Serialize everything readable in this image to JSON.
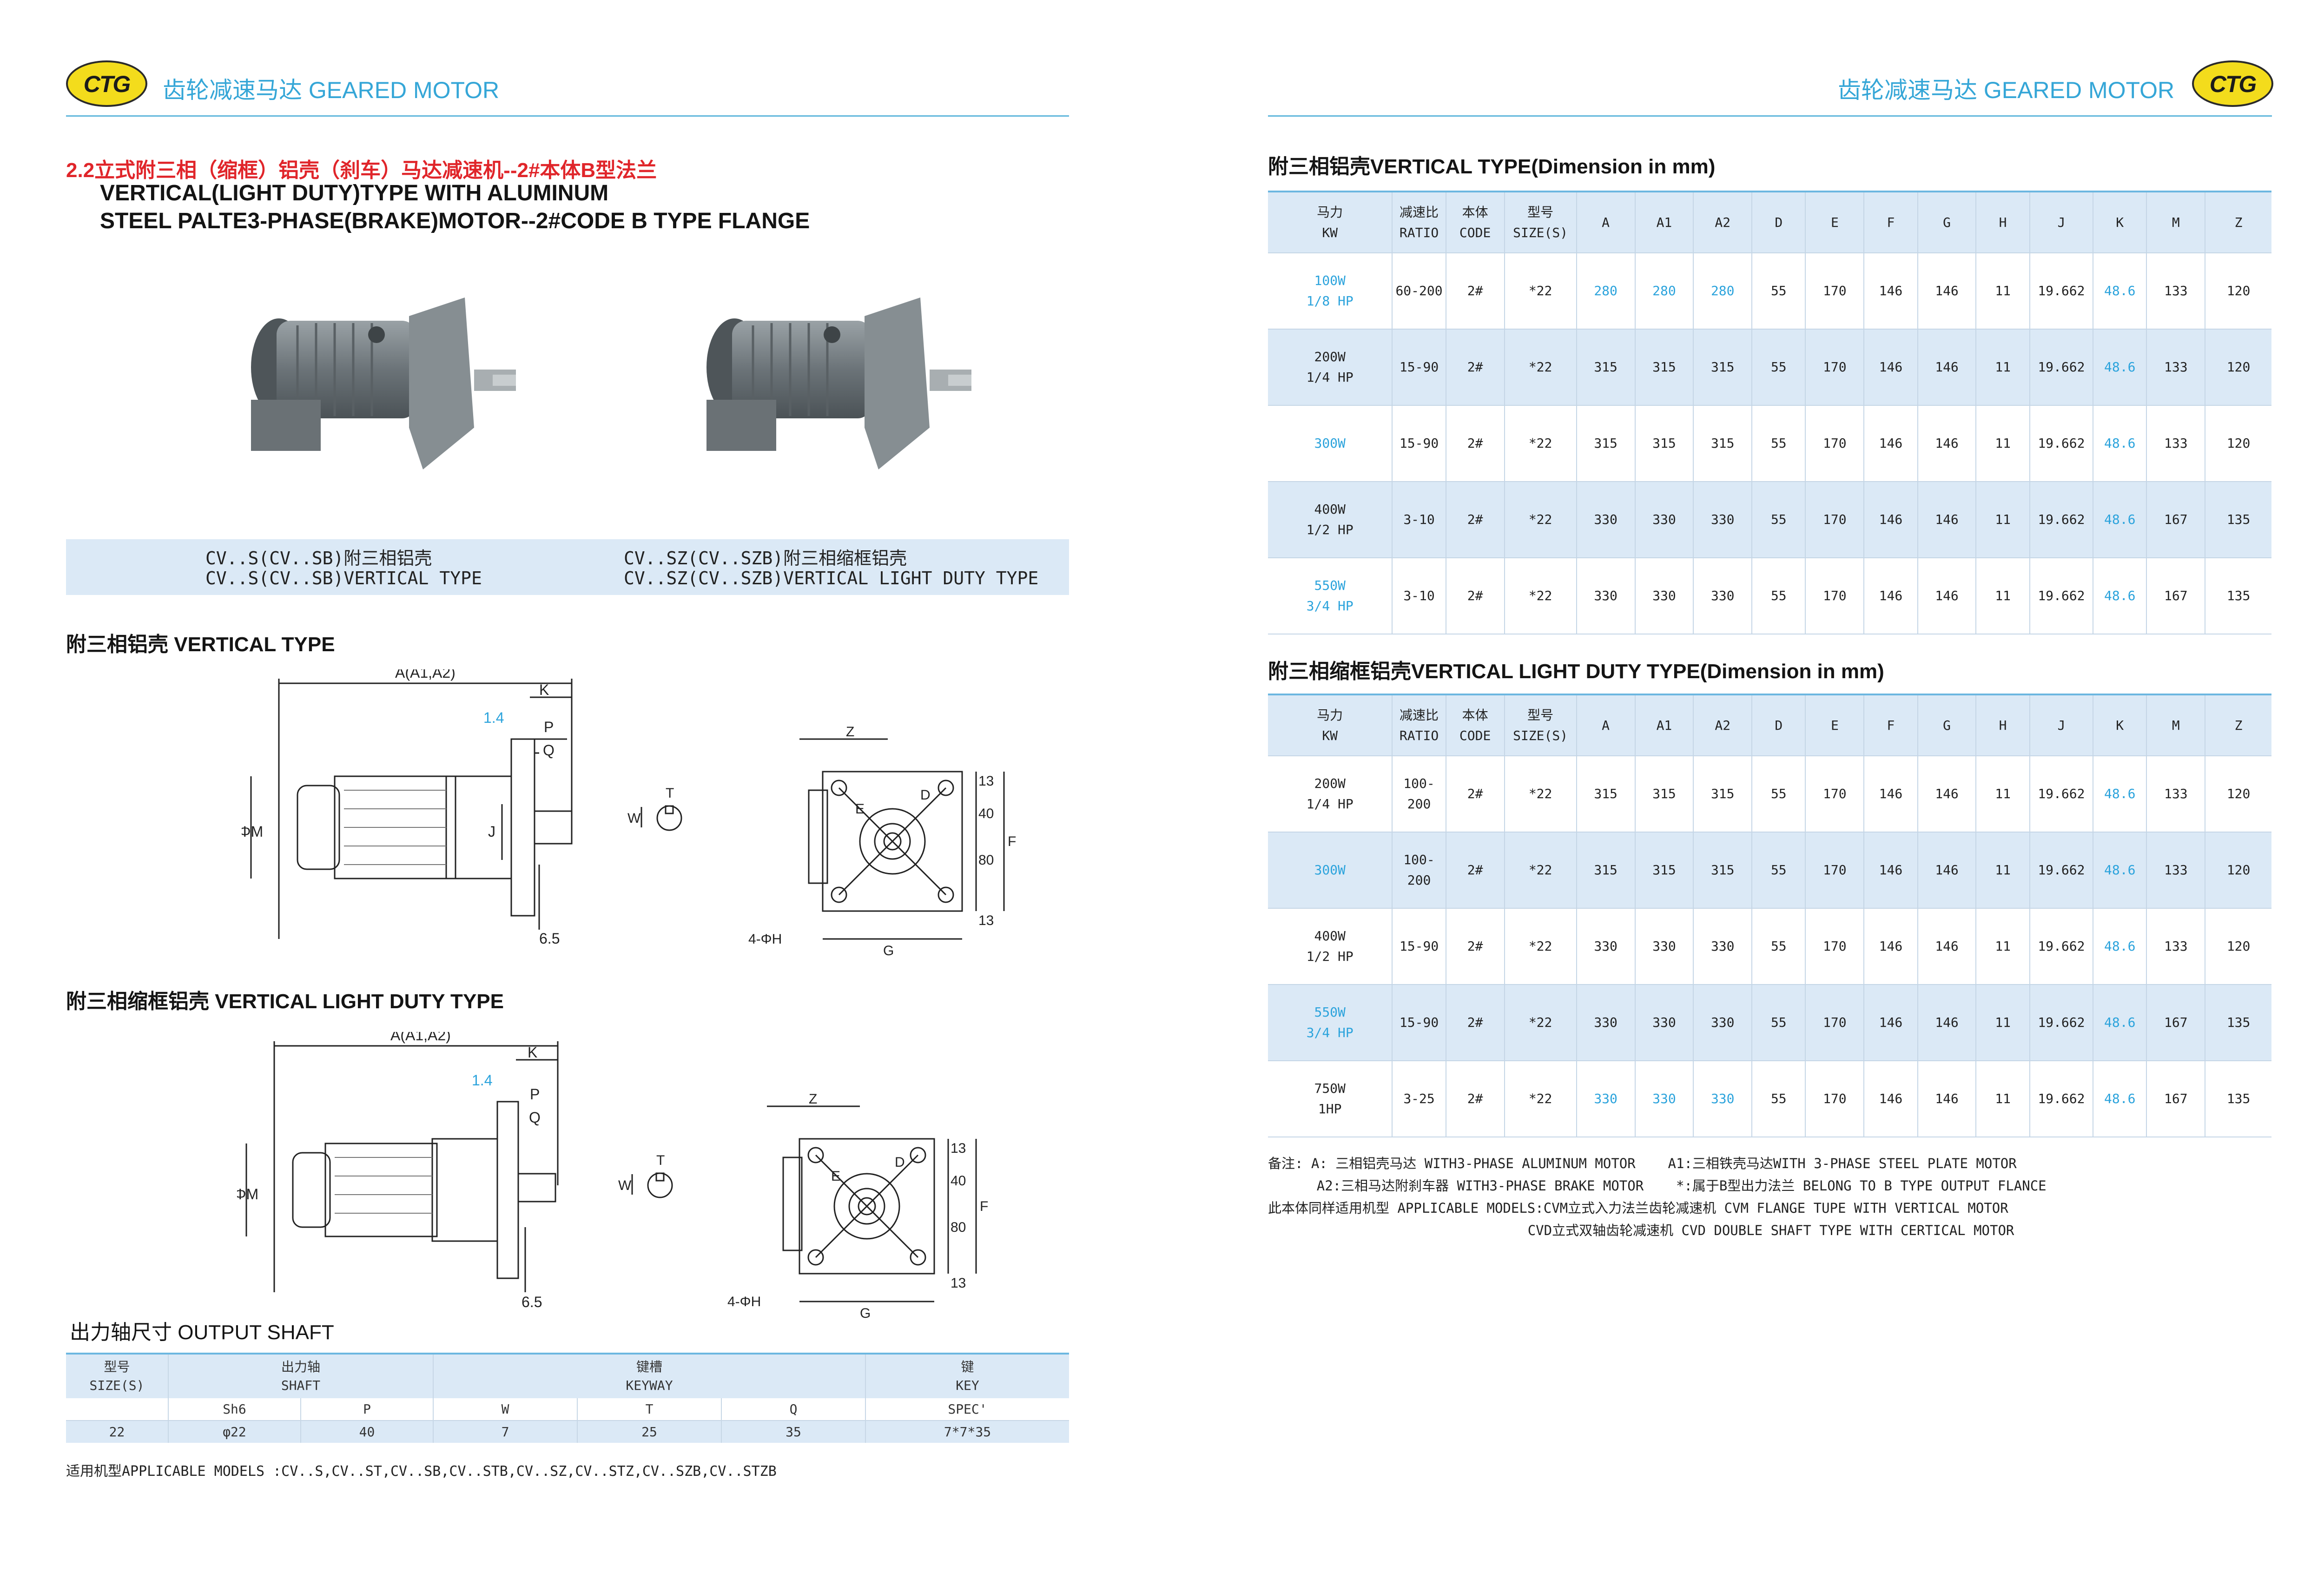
{
  "header": {
    "logo_text": "CTG",
    "left_title": "齿轮减速马达 GEARED MOTOR",
    "right_title": "齿轮减速马达 GEARED MOTOR"
  },
  "left": {
    "section_title_cn": "2.2立式附三相（缩框）铝壳（刹车）马达减速机--2#本体B型法兰",
    "section_title_en_1": "VERTICAL(LIGHT DUTY)TYPE WITH ALUMINUM",
    "section_title_en_2": "STEEL PALTE3-PHASE(BRAKE)MOTOR--2#CODE B TYPE FLANGE",
    "captions": {
      "left_1": "CV..S(CV..SB)附三相铝壳",
      "left_2": "CV..S(CV..SB)VERTICAL TYPE",
      "right_1": "CV..SZ(CV..SZB)附三相缩框铝壳",
      "right_2": "CV..SZ(CV..SZB)VERTICAL LIGHT DUTY TYPE"
    },
    "drawing1_title": "附三相铝壳 VERTICAL TYPE",
    "drawing2_title": "附三相缩框铝壳 VERTICAL LIGHT DUTY TYPE",
    "dim_labels": {
      "a": "A(A1,A2)",
      "k": "K",
      "v14": "1.4",
      "p": "P",
      "q": "Q",
      "j": "J",
      "phim": "ΦM",
      "v65": "6.5",
      "t": "T",
      "w": "W",
      "z": "Z",
      "d": "D",
      "e": "E",
      "v13": "13",
      "v40": "40",
      "v80": "80",
      "f": "F",
      "g": "G",
      "hole": "4-ΦH"
    },
    "shaft_title": "出力轴尺寸 OUTPUT SHAFT",
    "shaft_table": {
      "header": [
        {
          "cn": "型号",
          "en": "SIZE(S)"
        },
        {
          "cn": "出力轴",
          "en": "SHAFT"
        },
        {
          "cn": "键槽",
          "en": "KEYWAY"
        },
        {
          "cn": "键",
          "en": "KEY"
        }
      ],
      "sub": [
        "",
        "Sh6",
        "P",
        "W",
        "T",
        "Q",
        "SPEC'"
      ],
      "values": [
        "22",
        "φ22",
        "40",
        "7",
        "25",
        "35",
        "7*7*35"
      ]
    },
    "applicable": "适用机型APPLICABLE MODELS :CV..S,CV..ST,CV..SB,CV..STB,CV..SZ,CV..STZ,CV..SZB,CV..STZB"
  },
  "right": {
    "table1_title": "附三相铝壳VERTICAL TYPE(Dimension in mm)",
    "table2_title": "附三相缩框铝壳VERTICAL LIGHT DUTY TYPE(Dimension in mm)",
    "columns": [
      {
        "l1": "马力",
        "l2": "KW"
      },
      {
        "l1": "减速比",
        "l2": "RATIO"
      },
      {
        "l1": "本体",
        "l2": "CODE"
      },
      {
        "l1": "型号",
        "l2": "SIZE(S)"
      },
      {
        "l1": "A",
        "l2": ""
      },
      {
        "l1": "A1",
        "l2": ""
      },
      {
        "l1": "A2",
        "l2": ""
      },
      {
        "l1": "D",
        "l2": ""
      },
      {
        "l1": "E",
        "l2": ""
      },
      {
        "l1": "F",
        "l2": ""
      },
      {
        "l1": "G",
        "l2": ""
      },
      {
        "l1": "H",
        "l2": ""
      },
      {
        "l1": "J",
        "l2": ""
      },
      {
        "l1": "K",
        "l2": ""
      },
      {
        "l1": "M",
        "l2": ""
      },
      {
        "l1": "Z",
        "l2": ""
      }
    ],
    "table1_rows": [
      {
        "kw1": "100W",
        "kw2": "1/8 HP",
        "ratio": "60-200",
        "code": "2#",
        "size": "*22",
        "a": "280",
        "a1": "280",
        "a2": "280",
        "d": "55",
        "e": "170",
        "f": "146",
        "g": "146",
        "h": "11",
        "j": "19.662",
        "k": "48.6",
        "m": "133",
        "z": "120"
      },
      {
        "kw1": "200W",
        "kw2": "1/4 HP",
        "ratio": "15-90",
        "code": "2#",
        "size": "*22",
        "a": "315",
        "a1": "315",
        "a2": "315",
        "d": "55",
        "e": "170",
        "f": "146",
        "g": "146",
        "h": "11",
        "j": "19.662",
        "k": "48.6",
        "m": "133",
        "z": "120"
      },
      {
        "kw1": "300W",
        "kw2": "",
        "ratio": "15-90",
        "code": "2#",
        "size": "*22",
        "a": "315",
        "a1": "315",
        "a2": "315",
        "d": "55",
        "e": "170",
        "f": "146",
        "g": "146",
        "h": "11",
        "j": "19.662",
        "k": "48.6",
        "m": "133",
        "z": "120"
      },
      {
        "kw1": "400W",
        "kw2": "1/2 HP",
        "ratio": "3-10",
        "code": "2#",
        "size": "*22",
        "a": "330",
        "a1": "330",
        "a2": "330",
        "d": "55",
        "e": "170",
        "f": "146",
        "g": "146",
        "h": "11",
        "j": "19.662",
        "k": "48.6",
        "m": "167",
        "z": "135"
      },
      {
        "kw1": "550W",
        "kw2": "3/4 HP",
        "ratio": "3-10",
        "code": "2#",
        "size": "*22",
        "a": "330",
        "a1": "330",
        "a2": "330",
        "d": "55",
        "e": "170",
        "f": "146",
        "g": "146",
        "h": "11",
        "j": "19.662",
        "k": "48.6",
        "m": "167",
        "z": "135"
      }
    ],
    "table2_rows": [
      {
        "kw1": "200W",
        "kw2": "1/4 HP",
        "ratio": "100-200",
        "code": "2#",
        "size": "*22",
        "a": "315",
        "a1": "315",
        "a2": "315",
        "d": "55",
        "e": "170",
        "f": "146",
        "g": "146",
        "h": "11",
        "j": "19.662",
        "k": "48.6",
        "m": "133",
        "z": "120"
      },
      {
        "kw1": "300W",
        "kw2": "",
        "ratio": "100-200",
        "code": "2#",
        "size": "*22",
        "a": "315",
        "a1": "315",
        "a2": "315",
        "d": "55",
        "e": "170",
        "f": "146",
        "g": "146",
        "h": "11",
        "j": "19.662",
        "k": "48.6",
        "m": "133",
        "z": "120"
      },
      {
        "kw1": "400W",
        "kw2": "1/2 HP",
        "ratio": "15-90",
        "code": "2#",
        "size": "*22",
        "a": "330",
        "a1": "330",
        "a2": "330",
        "d": "55",
        "e": "170",
        "f": "146",
        "g": "146",
        "h": "11",
        "j": "19.662",
        "k": "48.6",
        "m": "133",
        "z": "120"
      },
      {
        "kw1": "550W",
        "kw2": "3/4 HP",
        "ratio": "15-90",
        "code": "2#",
        "size": "*22",
        "a": "330",
        "a1": "330",
        "a2": "330",
        "d": "55",
        "e": "170",
        "f": "146",
        "g": "146",
        "h": "11",
        "j": "19.662",
        "k": "48.6",
        "m": "167",
        "z": "135"
      },
      {
        "kw1": "750W",
        "kw2": "1HP",
        "ratio": "3-25",
        "code": "2#",
        "size": "*22",
        "a": "330",
        "a1": "330",
        "a2": "330",
        "d": "55",
        "e": "170",
        "f": "146",
        "g": "146",
        "h": "11",
        "j": "19.662",
        "k": "48.6",
        "m": "167",
        "z": "135"
      }
    ],
    "notes": {
      "line1": "备注: A: 三相铝壳马达 WITH3-PHASE ALUMINUM MOTOR    A1:三相铁壳马达WITH 3-PHASE STEEL PLATE MOTOR",
      "line2": "      A2:三相马达附刹车器 WITH3-PHASE BRAKE MOTOR    *:属于B型出力法兰 BELONG TO B TYPE OUTPUT FLANCE",
      "line3": "此本体同样适用机型 APPLICABLE MODELS:CVM立式入力法兰齿轮减速机 CVM FLANGE TUPE WITH VERTICAL MOTOR",
      "line4": "                                CVD立式双轴齿轮减速机 CVD DOUBLE SHAFT TYPE WITH CERTICAL MOTOR"
    }
  },
  "colors": {
    "accent_blue": "#35a6d7",
    "table_band": "#dbe9f6",
    "title_red": "#e0252a",
    "logo_yellow": "#f3dc1c",
    "value_blue": "#2ba3dc"
  }
}
